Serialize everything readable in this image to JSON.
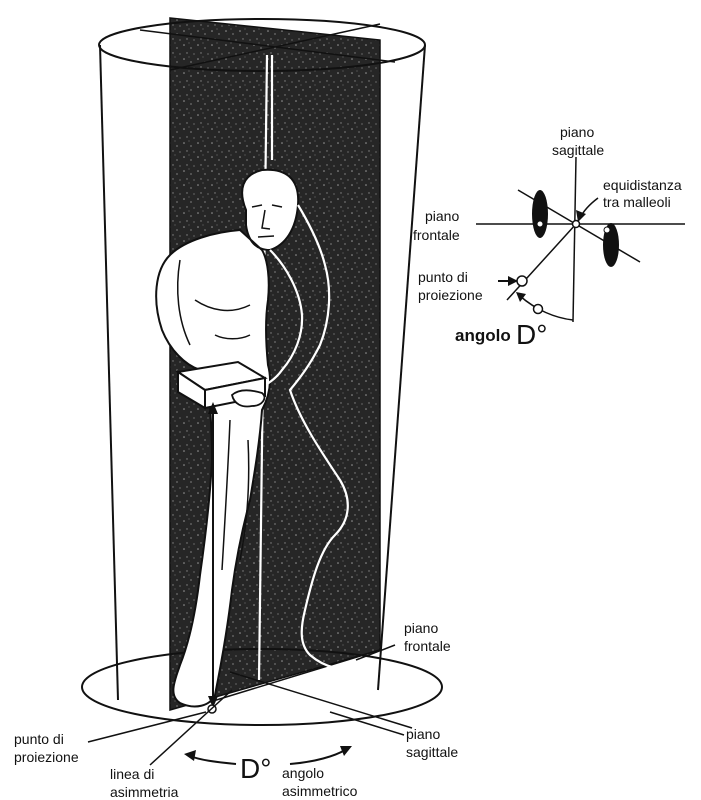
{
  "labels": {
    "inset_sagittal_line1": "piano",
    "inset_sagittal_line2": "sagittale",
    "inset_equidistance_line1": "equidistanza",
    "inset_equidistance_line2": "tra malleoli",
    "inset_frontal_line1": "piano",
    "inset_frontal_line2": "frontale",
    "inset_projection_line1": "punto di",
    "inset_projection_line2": "proiezione",
    "inset_angle_word": "angolo",
    "inset_angle_symbol": "D°",
    "main_frontal_line1": "piano",
    "main_frontal_line2": "frontale",
    "main_sagittal_line1": "piano",
    "main_sagittal_line2": "sagittale",
    "main_projection_line1": "punto di",
    "main_projection_line2": "proiezione",
    "main_asymmetry_line1": "linea di",
    "main_asymmetry_line2": "asimmetria",
    "main_angle_symbol": "D°",
    "main_asym_angle_line1": "angolo",
    "main_asym_angle_line2": "asimmetrico"
  },
  "colors": {
    "ink": "#111111",
    "plane_fill": "#2a2a2a",
    "paper": "#ffffff"
  }
}
